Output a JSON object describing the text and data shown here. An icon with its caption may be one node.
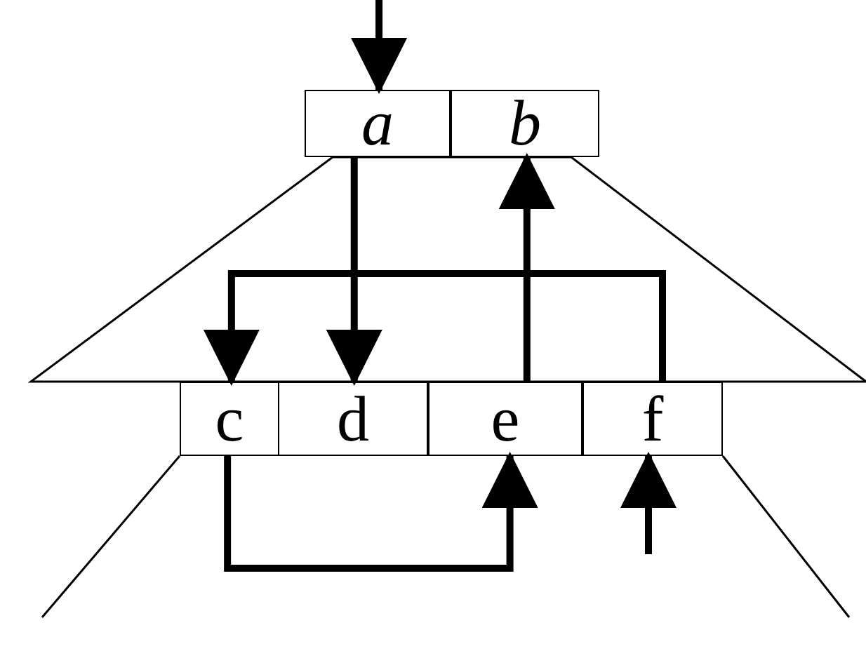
{
  "diagram": {
    "nodes": [
      {
        "text": [
          "a"
        ]
      },
      {
        "text": [
          "b"
        ]
      },
      {
        "text": [
          "c"
        ]
      },
      {
        "text": [
          "d"
        ]
      },
      {
        "text": [
          "e"
        ]
      },
      {
        "text": [
          "f"
        ]
      }
    ],
    "edges": [
      {
        "from": null,
        "to": 0,
        "arrow": "to"
      },
      {
        "from": 0,
        "to": 3,
        "arrow": "to"
      },
      {
        "from": 4,
        "to": 1,
        "arrow": "to"
      },
      {
        "from": 5,
        "to": 2,
        "arrow": "to"
      },
      {
        "from": 2,
        "to": 4,
        "arrow": "to"
      },
      {
        "from": null,
        "to": 5,
        "arrow": "to"
      }
    ]
  }
}
